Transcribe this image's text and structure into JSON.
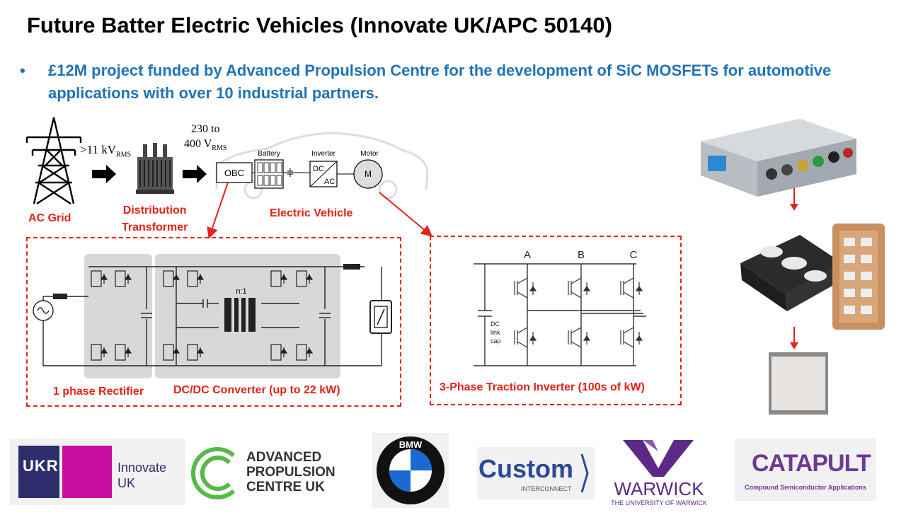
{
  "slide": {
    "title": "Future Batter Electric Vehicles (Innovate UK/APC 50140)",
    "bullet": "£12M project funded by Advanced Propulsion Centre for the development of SiC MOSFETs for automotive applications with over 10 industrial partners."
  },
  "chain": {
    "voltage_in": ">11 kV",
    "voltage_in_sub": "RMS",
    "voltage_range_line1": "230 to",
    "voltage_range_line2": "400 V",
    "voltage_range_sub": "RMS",
    "obc": "OBC",
    "battery": "Battery",
    "inverter": "Inverter",
    "motor": "Motor",
    "dc": "DC",
    "ac": "AC",
    "m": "M",
    "ac_grid": "AC Grid",
    "transformer_line1": "Distribution",
    "transformer_line2": "Transformer",
    "electric_vehicle": "Electric Vehicle"
  },
  "obc_panel": {
    "rectifier": "1 phase Rectifier",
    "dcdc": "DC/DC Converter (up to 22 kW)",
    "ratio": "n:1"
  },
  "traction_panel": {
    "phase_a": "A",
    "phase_b": "B",
    "phase_c": "C",
    "cap_l1": "DC",
    "cap_l2": "link",
    "cap_l3": "cap",
    "label": "3-Phase Traction Inverter (100s of kW)"
  },
  "logos": {
    "ukri": "UKRI",
    "innovate_l1": "Innovate",
    "innovate_l2": "UK",
    "apc_l1": "ADVANCED",
    "apc_l2": "PROPULSION",
    "apc_l3": "CENTRE UK",
    "bmw": "BMW",
    "custom": "Custom",
    "custom_sub": "INTERCONNECT",
    "warwick": "WARWICK",
    "warwick_sub": "THE UNIVERSITY OF WARWICK",
    "catapult": "CATAPULT",
    "catapult_sub": "Compound Semiconductor Applications"
  },
  "colors": {
    "title": "#000000",
    "bullet": "#1f73b7",
    "accent_red": "#e32219"
  }
}
